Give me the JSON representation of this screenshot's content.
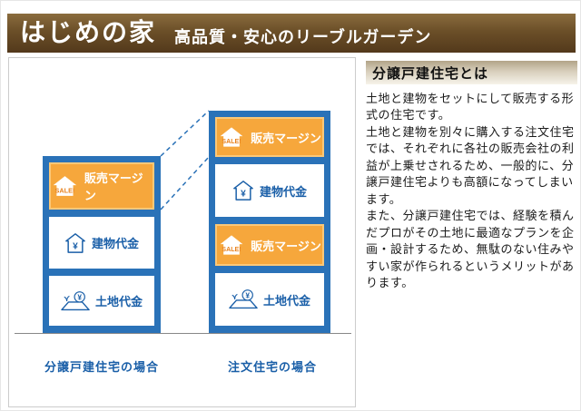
{
  "banner": {
    "title": "はじめの家",
    "subtitle": "高品質・安心のリーブルガーデン"
  },
  "diagram": {
    "sale_tag": "SALE!",
    "yen": "¥",
    "columns": [
      {
        "label": "分譲戸建住宅の場合",
        "boxes": [
          {
            "type": "margin",
            "label": "販売マージン"
          },
          {
            "type": "building",
            "label": "建物代金"
          },
          {
            "type": "land",
            "label": "土地代金"
          }
        ]
      },
      {
        "label": "注文住宅の場合",
        "boxes": [
          {
            "type": "margin",
            "label": "販売マージン"
          },
          {
            "type": "building",
            "label": "建物代金"
          },
          {
            "type": "margin",
            "label": "販売マージン"
          },
          {
            "type": "land",
            "label": "土地代金"
          }
        ]
      }
    ],
    "colors": {
      "column_blue": "#2a72b8",
      "margin_orange": "#f6a73c",
      "text_blue": "#1a5fa8",
      "banner_brown": "#6b4f28"
    }
  },
  "panel": {
    "heading": "分譲戸建住宅とは",
    "paragraphs": [
      "土地と建物をセットにして販売する形式の住宅です。",
      "土地と建物を別々に購入する注文住宅では、それぞれに各社の販売会社の利益が上乗せされるため、一般的に、分譲戸建住宅よりも高額になってしまいます。",
      "また、分譲戸建住宅では、経験を積んだプロがその土地に最適なプランを企画・設計するため、無駄のない住みやすい家が作られるというメリットがあります。"
    ]
  }
}
